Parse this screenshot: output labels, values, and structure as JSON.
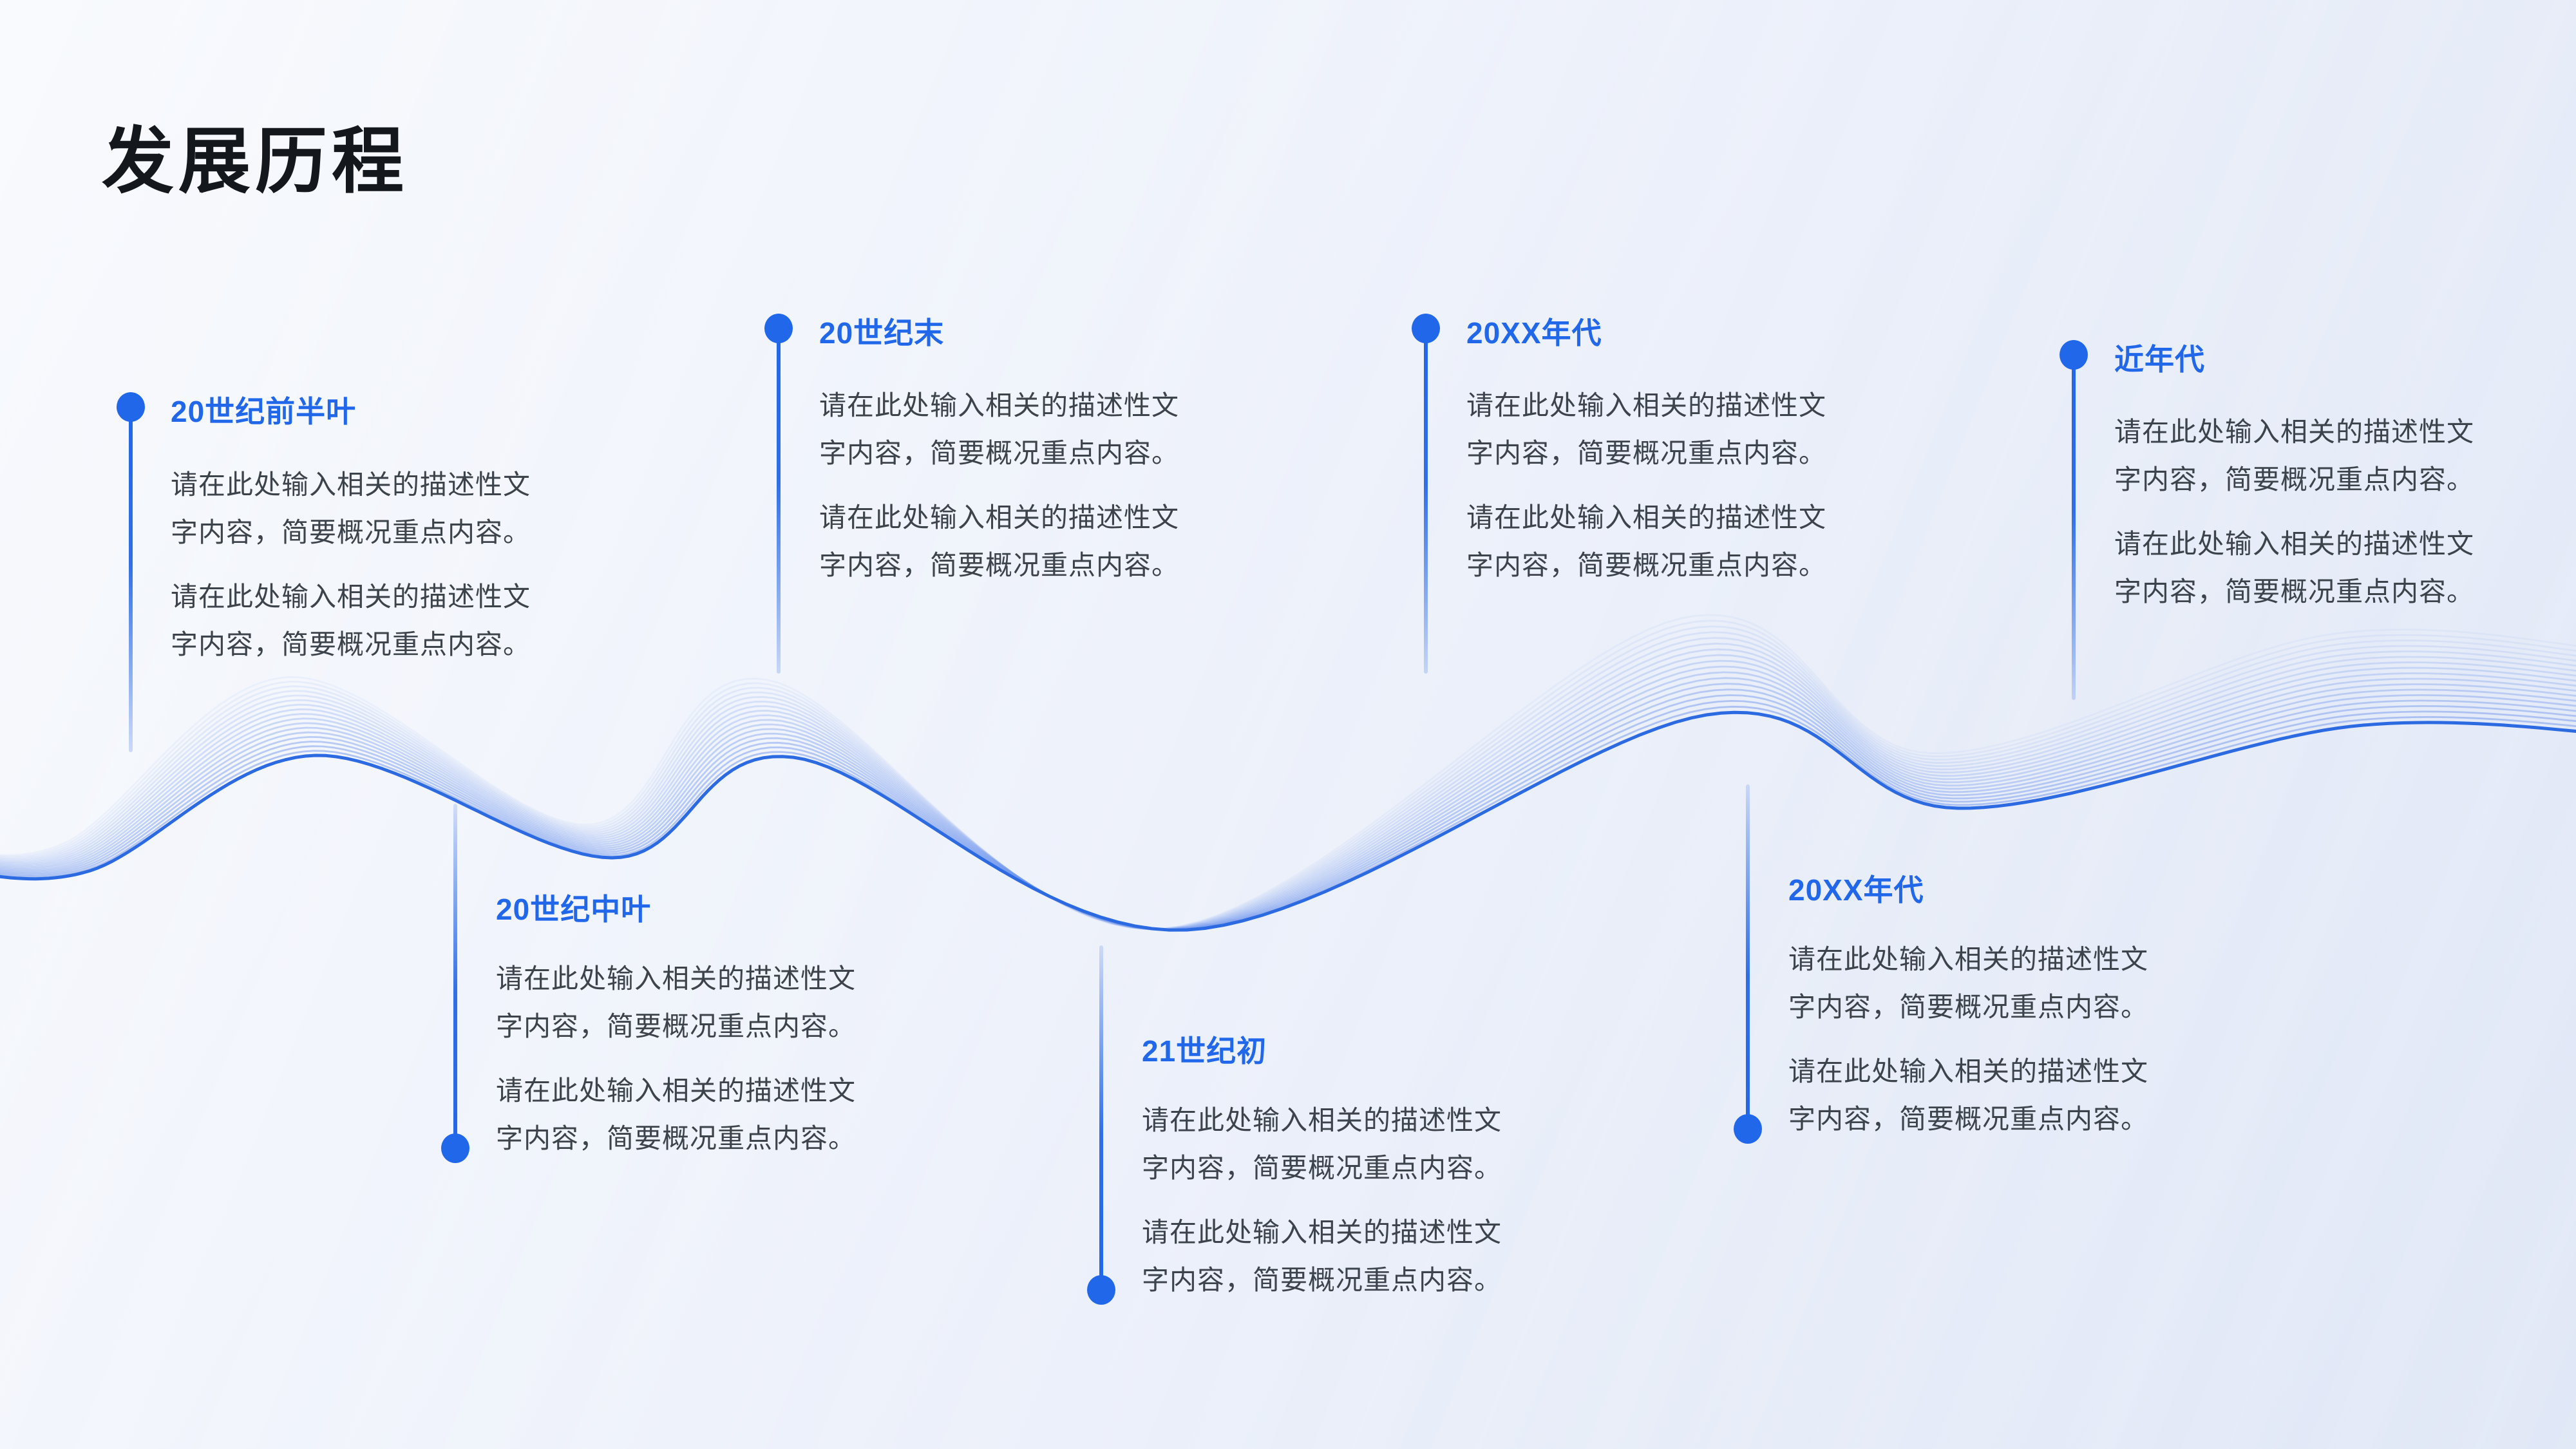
{
  "page_title": "发展历程",
  "colors": {
    "accent": "#2167e9",
    "title_text": "#14171b",
    "body_text": "#3d434a",
    "wave_main": "#2c6ae2",
    "wave_light": "#6e93ec",
    "background_from": "#f8fafd",
    "background_to": "#e0e7f6"
  },
  "timeline": {
    "items": [
      {
        "era": "20世纪前半叶",
        "row": "top",
        "paragraphs": [
          [
            "请在此处输入相关的描述性文",
            "字内容，简要概况重点内容。"
          ],
          [
            "请在此处输入相关的描述性文",
            "字内容，简要概况重点内容。"
          ]
        ]
      },
      {
        "era": "20世纪末",
        "row": "top",
        "paragraphs": [
          [
            "请在此处输入相关的描述性文",
            "字内容，简要概况重点内容。"
          ],
          [
            "请在此处输入相关的描述性文",
            "字内容，简要概况重点内容。"
          ]
        ]
      },
      {
        "era": "20XX年代",
        "row": "top",
        "paragraphs": [
          [
            "请在此处输入相关的描述性文",
            "字内容，简要概况重点内容。"
          ],
          [
            "请在此处输入相关的描述性文",
            "字内容，简要概况重点内容。"
          ]
        ]
      },
      {
        "era": "近年代",
        "row": "top",
        "paragraphs": [
          [
            "请在此处输入相关的描述性文",
            "字内容，简要概况重点内容。"
          ],
          [
            "请在此处输入相关的描述性文",
            "字内容，简要概况重点内容。"
          ]
        ]
      },
      {
        "era": "20世纪中叶",
        "row": "bottom",
        "paragraphs": [
          [
            "请在此处输入相关的描述性文",
            "字内容，简要概况重点内容。"
          ],
          [
            "请在此处输入相关的描述性文",
            "字内容，简要概况重点内容。"
          ]
        ]
      },
      {
        "era": "21世纪初",
        "row": "bottom",
        "paragraphs": [
          [
            "请在此处输入相关的描述性文",
            "字内容，简要概况重点内容。"
          ],
          [
            "请在此处输入相关的描述性文",
            "字内容，简要概况重点内容。"
          ]
        ]
      },
      {
        "era": "20XX年代",
        "row": "bottom",
        "paragraphs": [
          [
            "请在此处输入相关的描述性文",
            "字内容，简要概况重点内容。"
          ],
          [
            "请在此处输入相关的描述性文",
            "字内容，简要概况重点内容。"
          ]
        ]
      }
    ]
  }
}
